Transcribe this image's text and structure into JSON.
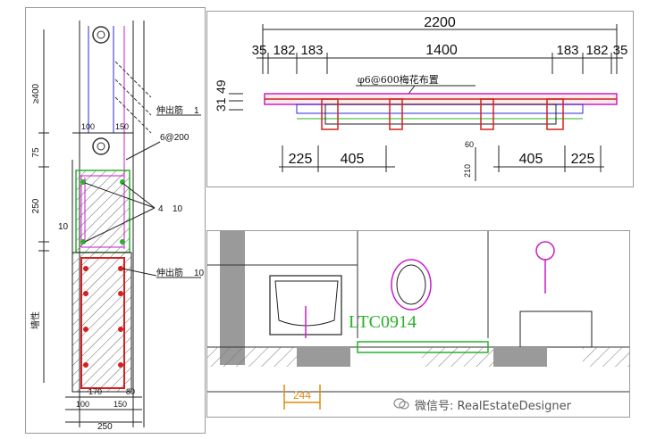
{
  "left_panel": {
    "dims_vertical": [
      "≥400",
      "75",
      "250",
      "10"
    ],
    "dims_bottom_row1": [
      "170",
      "80"
    ],
    "dims_bottom_row2": [
      "100",
      "150"
    ],
    "dims_bottom_total": "250",
    "dims_top": [
      "100",
      "150"
    ],
    "label_rebar_1": "伸出筋",
    "label_rebar_1_num": "1",
    "label_stirrup": "6@200",
    "label_bars": "4",
    "label_bars_num": "10",
    "label_rebar_2": "伸出筋",
    "label_rebar_2_num": "10",
    "label_wall": "墙性"
  },
  "top_panel": {
    "total": "2200",
    "segments": [
      "35",
      "182",
      "183",
      "1400",
      "183",
      "182",
      "35"
    ],
    "note": "φ6@600梅花布置",
    "left_heights": [
      "31",
      "49"
    ],
    "bottom_segments": [
      "225",
      "405",
      "405",
      "225"
    ],
    "center_small": "60",
    "center_vertical": "210"
  },
  "bottom_panel": {
    "window_code": "LTC0914",
    "dim": "244"
  },
  "watermark": {
    "text": "微信号: RealEstateDesigner",
    "icon": "chat-bubble-icon"
  },
  "colors": {
    "rebar_red": "#d42020",
    "magenta": "#c81ec8",
    "green": "#2ab02a",
    "blue": "#2b2bd8",
    "orange": "#e08a10",
    "gray_fill": "#9a9a9a"
  }
}
